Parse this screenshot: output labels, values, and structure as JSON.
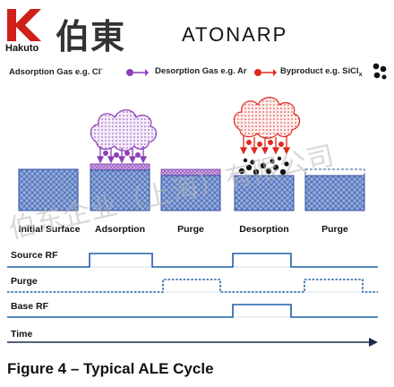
{
  "header": {
    "hakuto_cn": "伯東",
    "hakuto_en": "Hakuto",
    "atonarp": "ATONARP"
  },
  "legend": {
    "adsorption": "Adsorption Gas  e.g. Cl",
    "adsorption_sup": "-",
    "desorption": "Desorption Gas e.g. Ar",
    "byproduct": "Byproduct e.g. SiCl",
    "byproduct_sub": "x"
  },
  "stages": [
    "Initial Surface",
    "Adsorption",
    "Purge",
    "Desorption",
    "Purge"
  ],
  "timing": {
    "rows": [
      "Source RF",
      "Purge",
      "Base RF",
      "Time"
    ]
  },
  "caption": "Figure 4 – Typical ALE Cycle",
  "watermark": "伯东企业（上海）有限公司",
  "colors": {
    "substrate_fill": "#6f8fcf",
    "substrate_border": "#2f4f9f",
    "adsorbed_layer": "#9b59c7",
    "adsorption_gas": "#8a3fb5",
    "desorption_gas": "#e0281e",
    "byproduct": "#111111",
    "timing_line": "#1f5fa8"
  }
}
